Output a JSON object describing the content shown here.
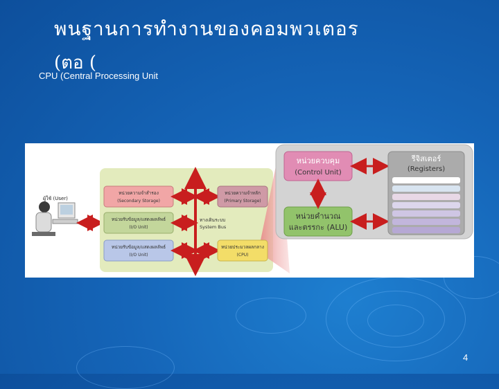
{
  "title": {
    "line1": "พนฐานการทำงานของคอมพวเตอร",
    "line2": "(ตอ  (",
    "subtitle": "CPU (Central Processing Unit"
  },
  "diagram": {
    "user_label": "ผู้ใช้ (User)",
    "secondary_storage": {
      "thai": "หน่วยความจำสำรอง",
      "en": "(Secondary Storage)"
    },
    "io_unit_1": {
      "thai": "หน่วยรับข้อมูล/แสดงผลลัพธ์",
      "en": "(I/O Unit)"
    },
    "io_unit_2": {
      "thai": "หน่วยรับข้อมูล/แสดงผลลัพธ์",
      "en": "(I/O Unit)"
    },
    "primary_storage": {
      "thai": "หน่วยความจำหลัก",
      "en": "(Primary Storage)"
    },
    "system_bus": {
      "thai": "ทางเดินระบบ",
      "en": "System Bus"
    },
    "cpu": {
      "thai": "หน่วยประมวลผลกลาง",
      "en": "(CPU)"
    },
    "control_unit": {
      "thai": "หน่วยควบคุม",
      "en": "(Control Unit)"
    },
    "alu": {
      "thai": "หน่วยคำนวณ",
      "thai2": "และตรรกะ (ALU)"
    },
    "registers": {
      "thai": "รีจิสเตอร์",
      "en": "(Registers)"
    },
    "register_colors": [
      "#ffffff",
      "#d8e4f0",
      "#e8d8e6",
      "#dcd6ec",
      "#cfc6e4",
      "#c2b6dc",
      "#b6a8d4"
    ]
  },
  "page_number": "4"
}
